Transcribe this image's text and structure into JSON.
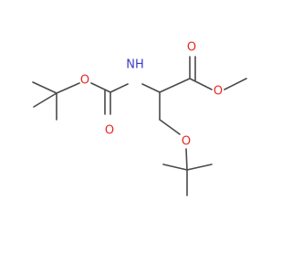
{
  "molecule": {
    "atoms": {
      "nh": "NH",
      "o_carbonyl_ester": "O",
      "o_ester": "O",
      "o_carbamate_ether": "O",
      "o_carbamate_carbonyl": "O",
      "o_ether": "O"
    },
    "colors": {
      "bond": "#4a4a4a",
      "oxygen": "#e8281e",
      "nitrogen": "#3a3ac8",
      "background": "#ffffff"
    }
  }
}
